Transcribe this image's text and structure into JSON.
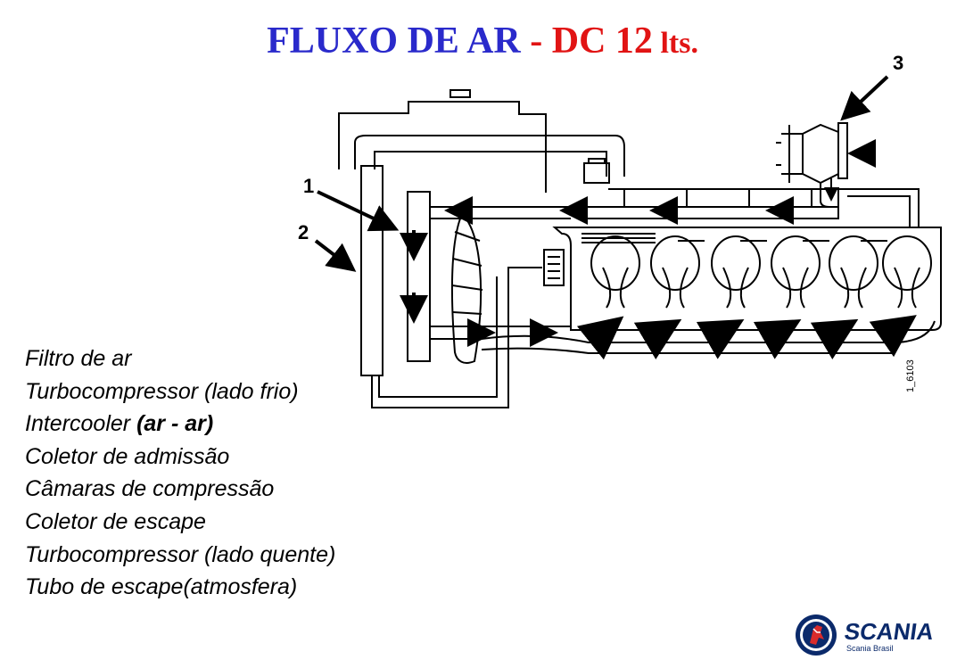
{
  "title": {
    "part1": "FLUXO DE AR",
    "separator": " - ",
    "part2": "DC 12",
    "part3": " lts."
  },
  "colors": {
    "title_blue": "#2a2acb",
    "title_red": "#e11414",
    "scania_blue": "#0b2a6b"
  },
  "diagram": {
    "labels": [
      "1",
      "2",
      "3"
    ],
    "drawing_code": "1_6103"
  },
  "steps": [
    {
      "text": "Filtro de ar"
    },
    {
      "text": "Turbocompressor (lado frio)"
    },
    {
      "text": "Intercooler ",
      "bold": "(ar - ar)"
    },
    {
      "text": "Coletor de admissão"
    },
    {
      "text": "Câmaras de compressão"
    },
    {
      "text": "Coletor de escape"
    },
    {
      "text": "Turbocompressor (lado quente)"
    },
    {
      "text": "Tubo de escape(atmosfera)"
    }
  ],
  "logo": {
    "name": "SCANIA",
    "subtitle": "Scania Brasil",
    "icon": "griffin-emblem-icon"
  }
}
